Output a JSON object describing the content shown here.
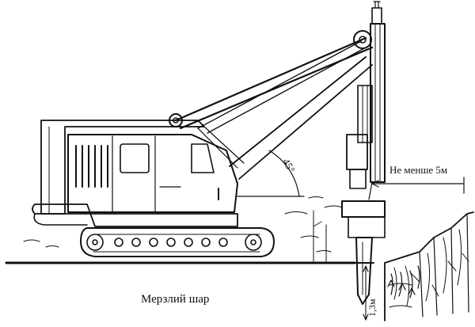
{
  "labels": {
    "angle": "45°",
    "distance": "Не менше 5м",
    "depth": "1,3м",
    "caption": "Мерзлий шар"
  }
}
